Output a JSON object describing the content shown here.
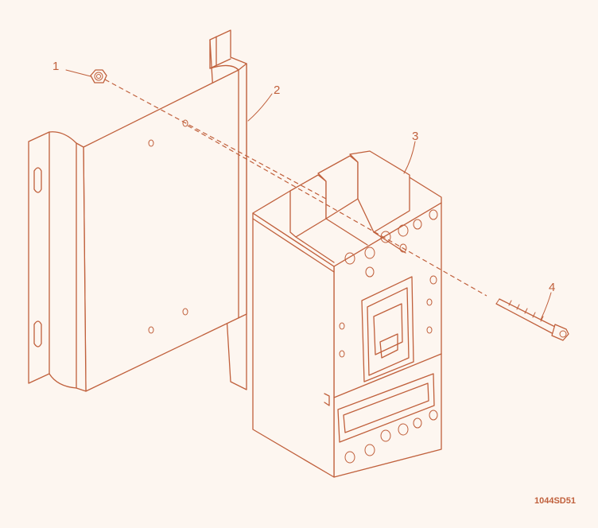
{
  "drawing": {
    "code": "1044SD51",
    "line_color": "#c0603c",
    "paper_color": "#fdf6f0"
  },
  "callouts": {
    "nut": "1",
    "bracket": "2",
    "breaker": "3",
    "bolt": "4"
  }
}
